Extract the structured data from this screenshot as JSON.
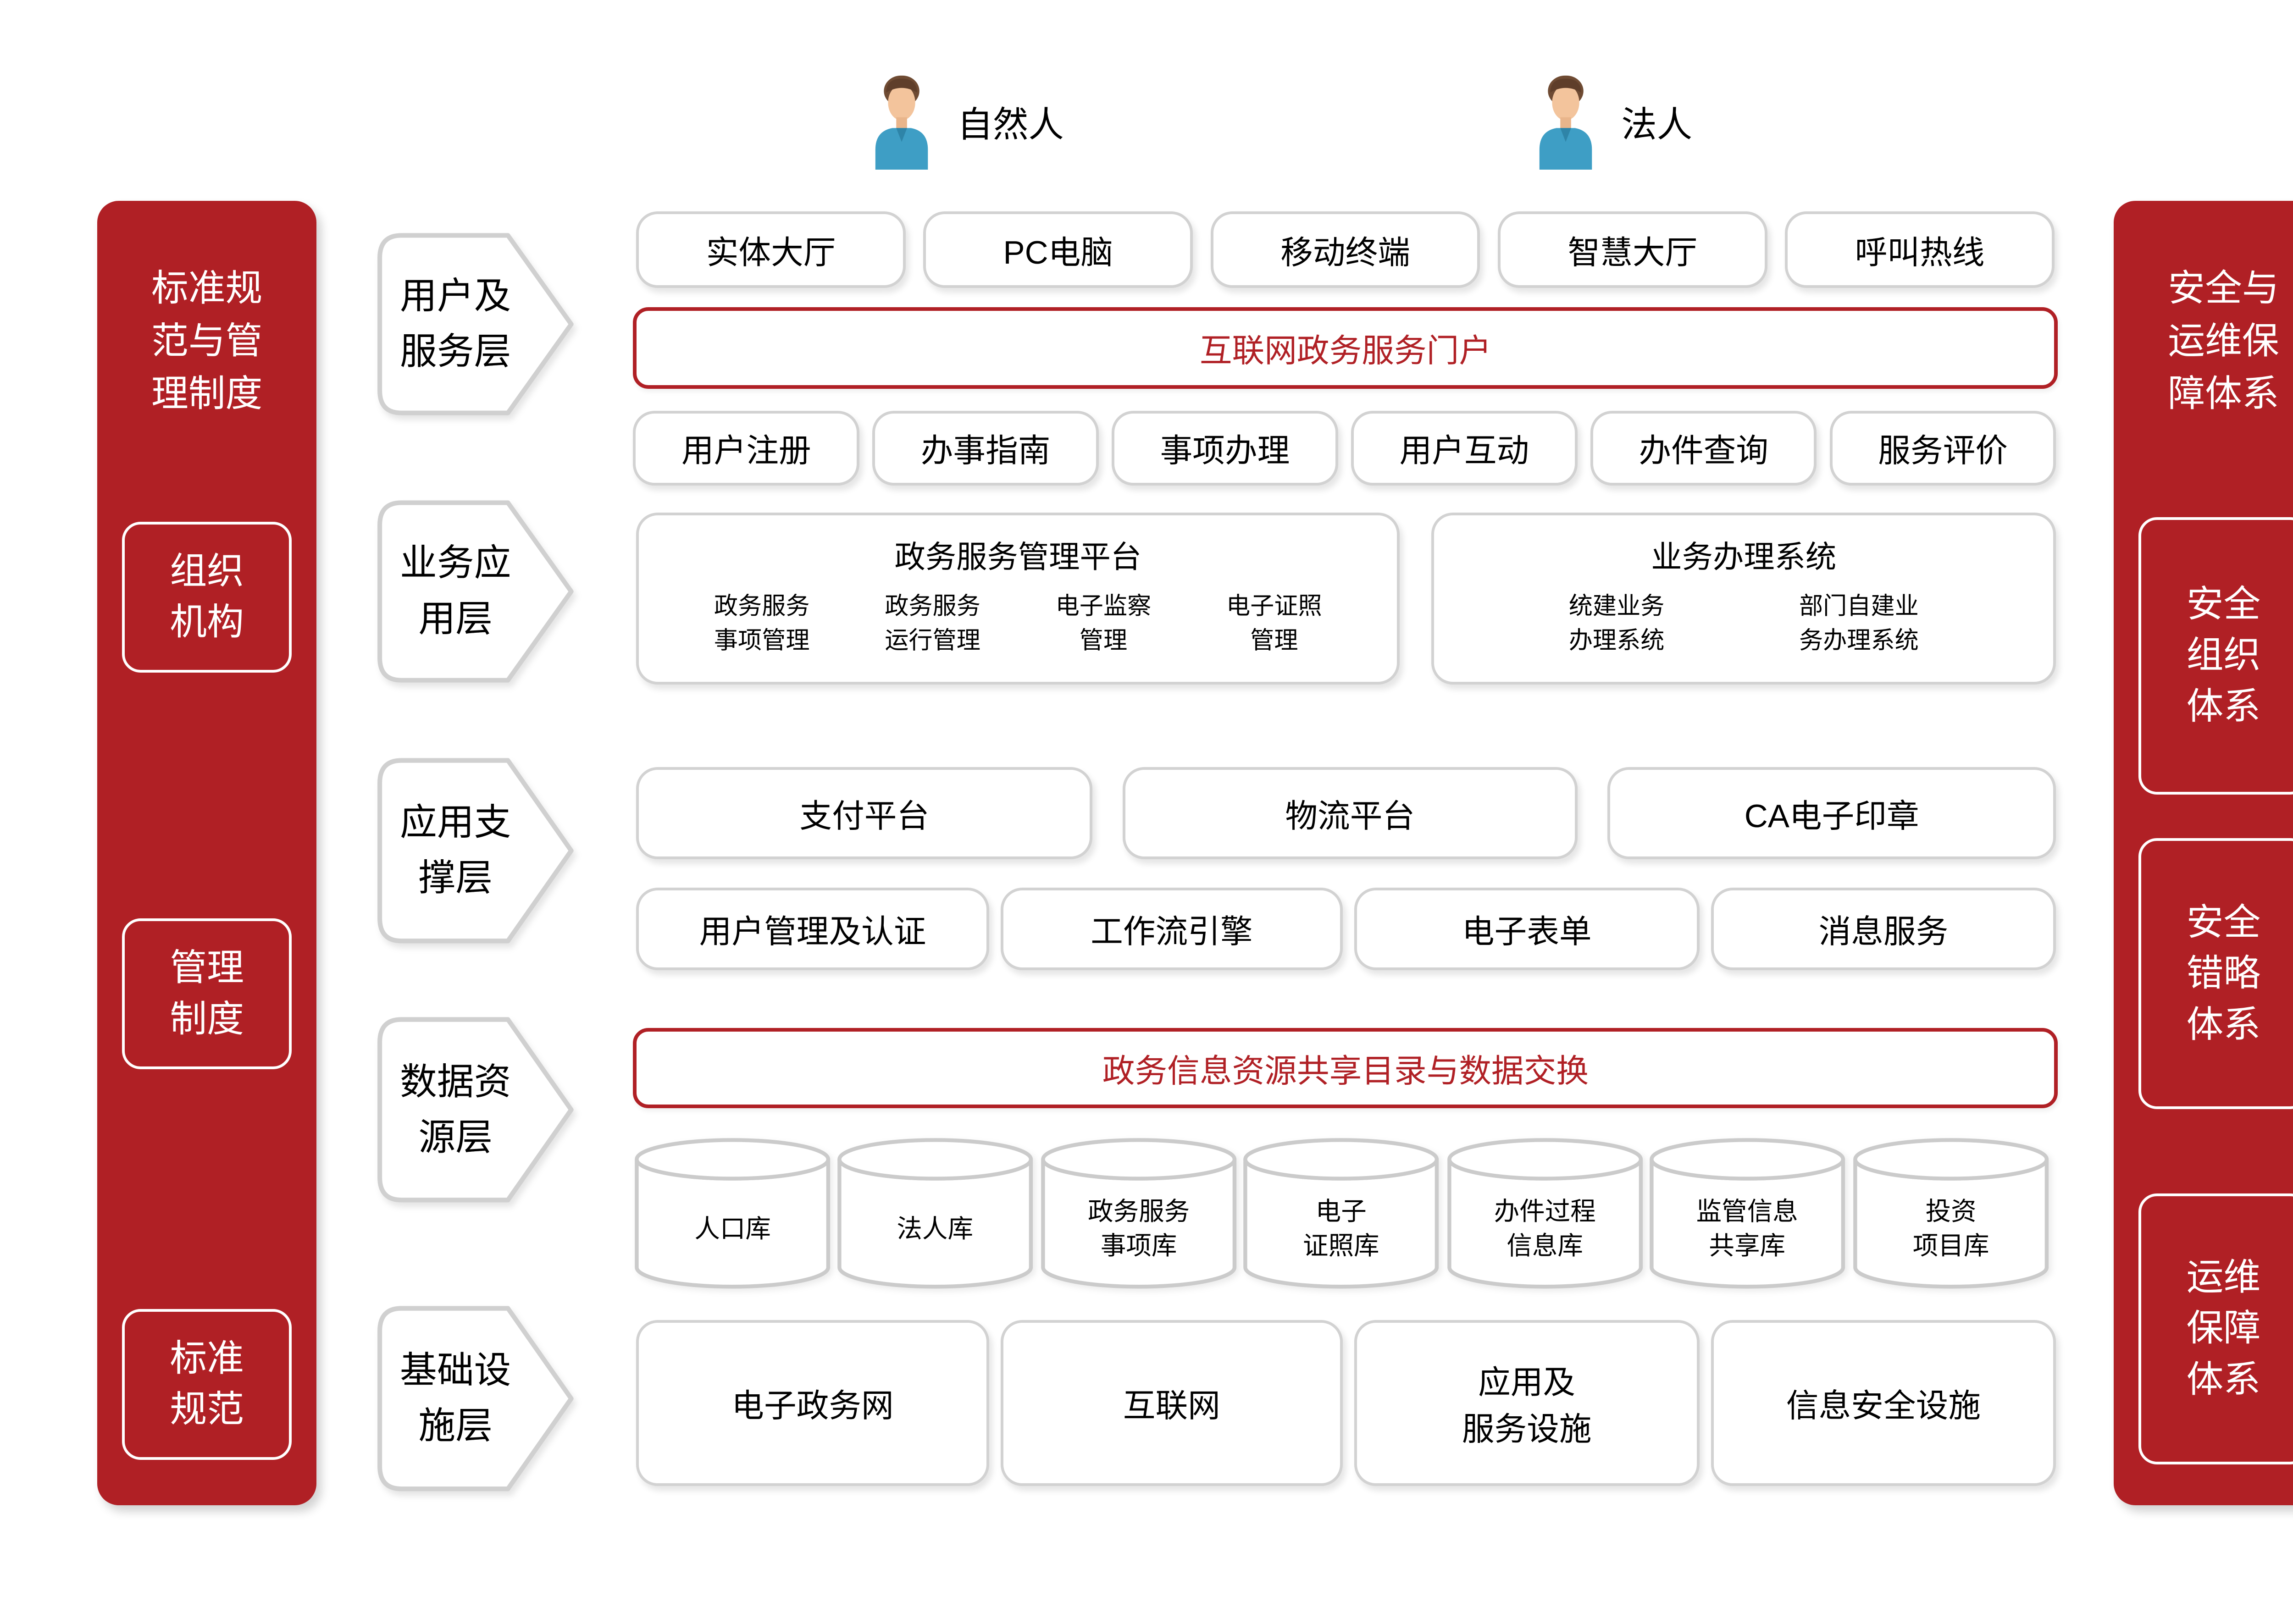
{
  "colors": {
    "accent_red": "#B02025",
    "gray_border": "#D2D2D2",
    "text_black": "#000000",
    "white": "#FFFFFF"
  },
  "icons": {
    "natural_person": "person-icon",
    "legal_person": "person-icon"
  },
  "actors": [
    {
      "label": "自然人"
    },
    {
      "label": "法人"
    }
  ],
  "layers": [
    {
      "label": "用户及\n服务层"
    },
    {
      "label": "业务应\n用层"
    },
    {
      "label": "应用支\n撑层"
    },
    {
      "label": "数据资\n源层"
    },
    {
      "label": "基础设\n施层"
    }
  ],
  "left_sidebar": {
    "title": "标准规\n范与管\n理制度",
    "items": [
      {
        "label": "组织\n机构"
      },
      {
        "label": "管理\n制度"
      },
      {
        "label": "标准\n规范"
      }
    ]
  },
  "right_sidebar": {
    "title": "安全与\n运维保\n障体系",
    "items": [
      {
        "label": "安全\n组织\n体系"
      },
      {
        "label": "安全\n错略\n体系"
      },
      {
        "label": "运维\n保障\n体系"
      }
    ]
  },
  "user_service": {
    "channels": [
      "实体大厅",
      "PC电脑",
      "移动终端",
      "智慧大厅",
      "呼叫热线"
    ],
    "portal": "互联网政务服务门户",
    "functions": [
      "用户注册",
      "办事指南",
      "事项办理",
      "用户互动",
      "办件查询",
      "服务评价"
    ]
  },
  "business": {
    "platform": {
      "title": "政务服务管理平台",
      "items": [
        "政务服务\n事项管理",
        "政务服务\n运行管理",
        "电子监察\n管理",
        "电子证照\n管理"
      ]
    },
    "system": {
      "title": "业务办理系统",
      "items": [
        "统建业务\n办理系统",
        "部门自建业\n务办理系统"
      ]
    }
  },
  "support": {
    "row1": [
      "支付平台",
      "物流平台",
      "CA电子印章"
    ],
    "row2": [
      "用户管理及认证",
      "工作流引擎",
      "电子表单",
      "消息服务"
    ]
  },
  "data_layer": {
    "exchange": "政务信息资源共享目录与数据交换",
    "databases": [
      "人口库",
      "法人库",
      "政务服务\n事项库",
      "电子\n证照库",
      "办件过程\n信息库",
      "监管信息\n共享库",
      "投资\n项目库"
    ]
  },
  "infra": {
    "items": [
      "电子政务网",
      "互联网",
      "应用及\n服务设施",
      "信息安全设施"
    ]
  }
}
